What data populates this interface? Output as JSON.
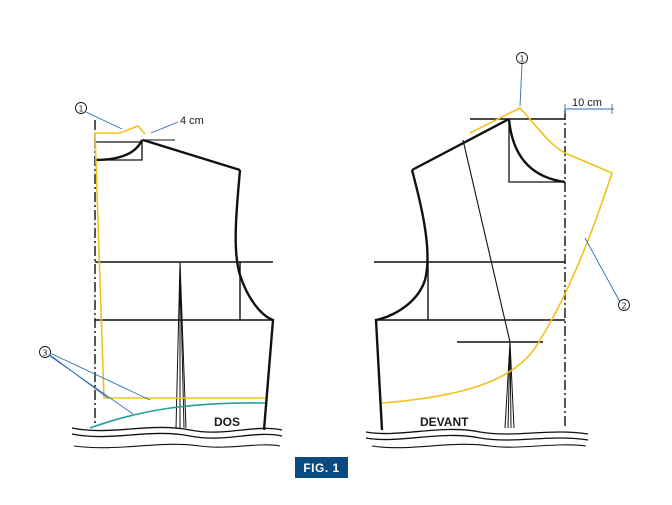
{
  "figure": {
    "caption": "FIG. 1",
    "badge_color": "#0a4a83",
    "back_piece_label": "DOS",
    "front_piece_label": "DEVANT",
    "back_measurement": "4 cm",
    "front_measurement": "10 cm",
    "callout_1": "1",
    "callout_2": "2",
    "callout_3": "3",
    "colors": {
      "pattern_line": "#111111",
      "yellow_line": "#f2c21b",
      "teal_line": "#2a9e9b",
      "callout_line": "#2a6fb0"
    }
  }
}
